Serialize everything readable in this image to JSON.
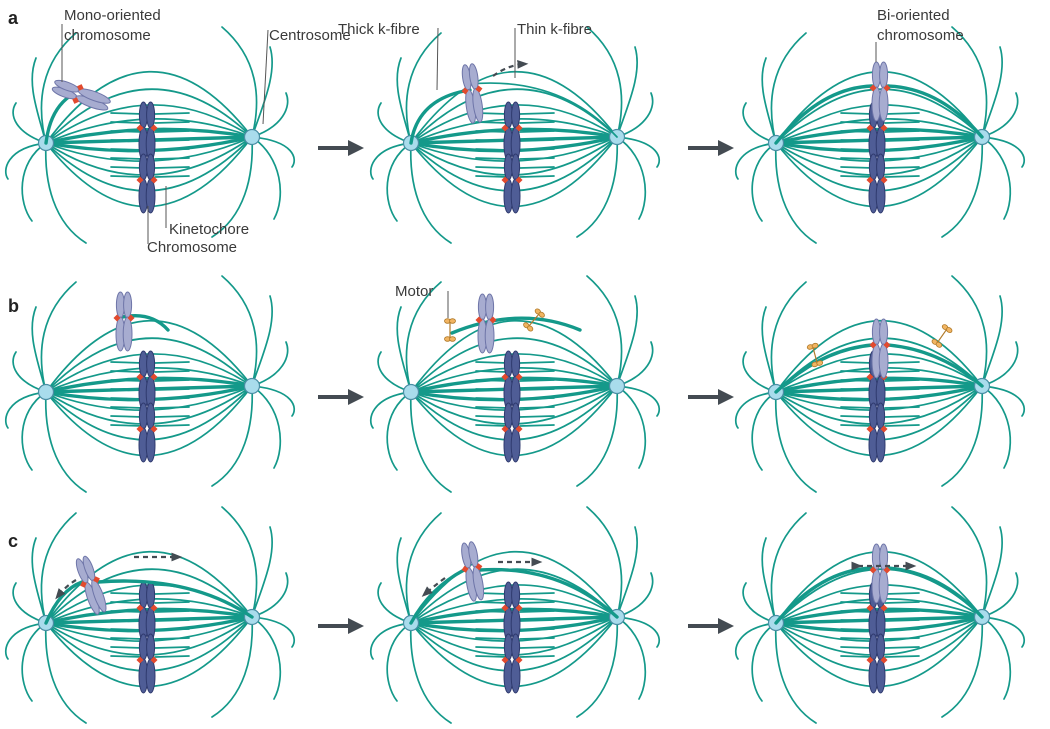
{
  "panels": [
    {
      "letter": "a",
      "labels": {
        "mono_oriented": [
          "Mono-oriented",
          "chromosome"
        ],
        "centrosome": "Centrosome",
        "kinetochore": "Kinetochore",
        "chromosome": "Chromosome",
        "thick_kfibre": "Thick k-fibre",
        "thin_kfibre": "Thin k-fibre",
        "bi_oriented": [
          "Bi-oriented",
          "chromosome"
        ]
      }
    },
    {
      "letter": "b",
      "labels": {
        "motor": "Motor"
      }
    },
    {
      "letter": "c",
      "labels": {}
    }
  ],
  "colors": {
    "microtubule": "#14998a",
    "centrosome_fill": "#a9dcec",
    "centrosome_stroke": "#4a8ea4",
    "chromosome_dark": "#4f5d96",
    "chromosome_light": "#a7acd0",
    "kinetochore": "#e24a2e",
    "motor": "#f2b562",
    "arrow": "#444b52"
  }
}
